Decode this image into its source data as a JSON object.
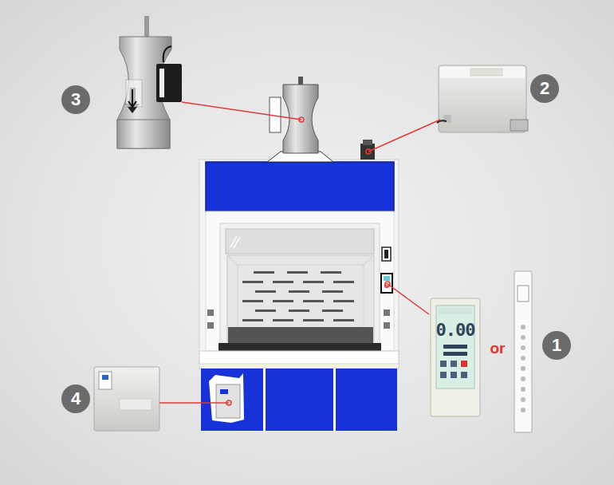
{
  "diagram": {
    "labels": [
      "3",
      "2",
      "0.00",
      "or",
      "1",
      "4"
    ]
  }
}
